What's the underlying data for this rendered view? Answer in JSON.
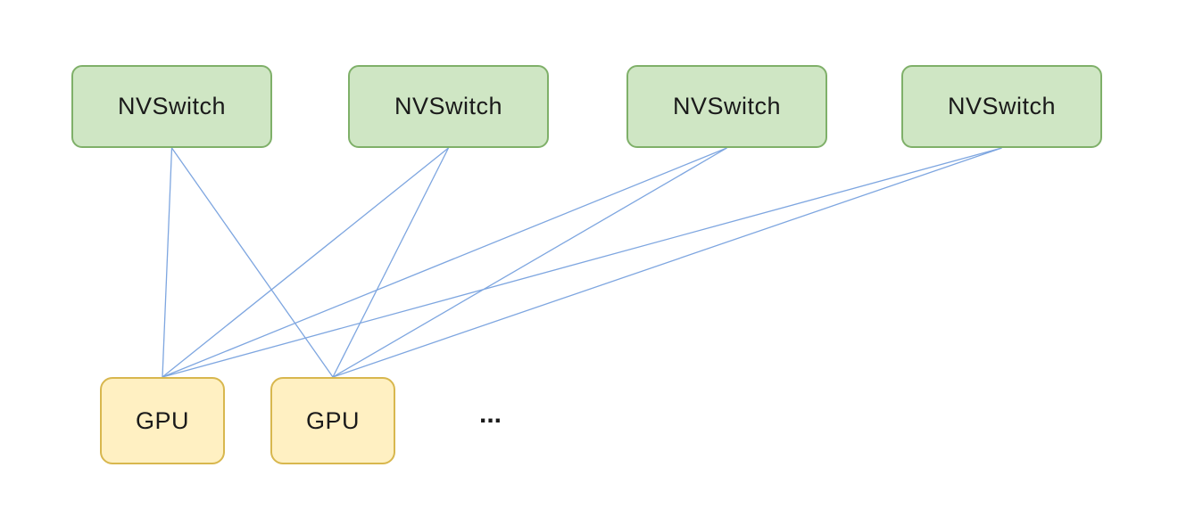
{
  "diagram": {
    "switches": [
      {
        "id": "switch-0",
        "label": "NVSwitch"
      },
      {
        "id": "switch-1",
        "label": "NVSwitch"
      },
      {
        "id": "switch-2",
        "label": "NVSwitch"
      },
      {
        "id": "switch-3",
        "label": "NVSwitch"
      }
    ],
    "gpus": [
      {
        "id": "gpu-0",
        "label": "GPU"
      },
      {
        "id": "gpu-1",
        "label": "GPU"
      }
    ],
    "ellipsis": "...",
    "edges": [
      {
        "from": "gpu-0",
        "to": "switch-0"
      },
      {
        "from": "gpu-0",
        "to": "switch-1"
      },
      {
        "from": "gpu-0",
        "to": "switch-2"
      },
      {
        "from": "gpu-0",
        "to": "switch-3"
      },
      {
        "from": "gpu-1",
        "to": "switch-0"
      },
      {
        "from": "gpu-1",
        "to": "switch-1"
      },
      {
        "from": "gpu-1",
        "to": "switch-2"
      },
      {
        "from": "gpu-1",
        "to": "switch-3"
      }
    ],
    "colors": {
      "switch_fill": "#cfe6c4",
      "switch_border": "#7fb069",
      "gpu_fill": "#fff0c2",
      "gpu_border": "#d8b74e",
      "edge": "#7ea6e0",
      "text": "#1a1a1a"
    }
  }
}
